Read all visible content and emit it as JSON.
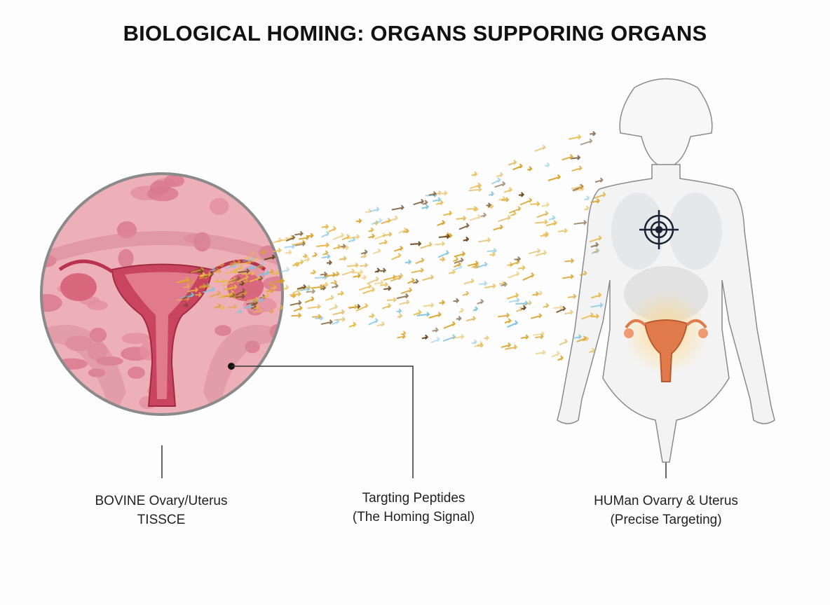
{
  "title": "BIOLOGICAL HOMING: ORGANS SUPPORING ORGANS",
  "labels": {
    "bovine": {
      "line1": "BOVINE Ovary/Uterus",
      "line2": "TISSCE"
    },
    "peptides": {
      "line1": "Targting Peptides",
      "line2": "(The Homing Signal)"
    },
    "human": {
      "line1": "HUMan Ovarry & Uterus",
      "line2": "(Precise Targeting)"
    }
  },
  "colors": {
    "tissue": "#e8a3ad",
    "tissue_dark": "#c25068",
    "uterus": "#b8334f",
    "peptide_gold": "#d9a22a",
    "peptide_blue": "#7fc4e0",
    "body_outline": "#8a8a8a",
    "human_uterus": "#e07a4a"
  },
  "icons": [
    "target-icon",
    "uterus-icon"
  ]
}
